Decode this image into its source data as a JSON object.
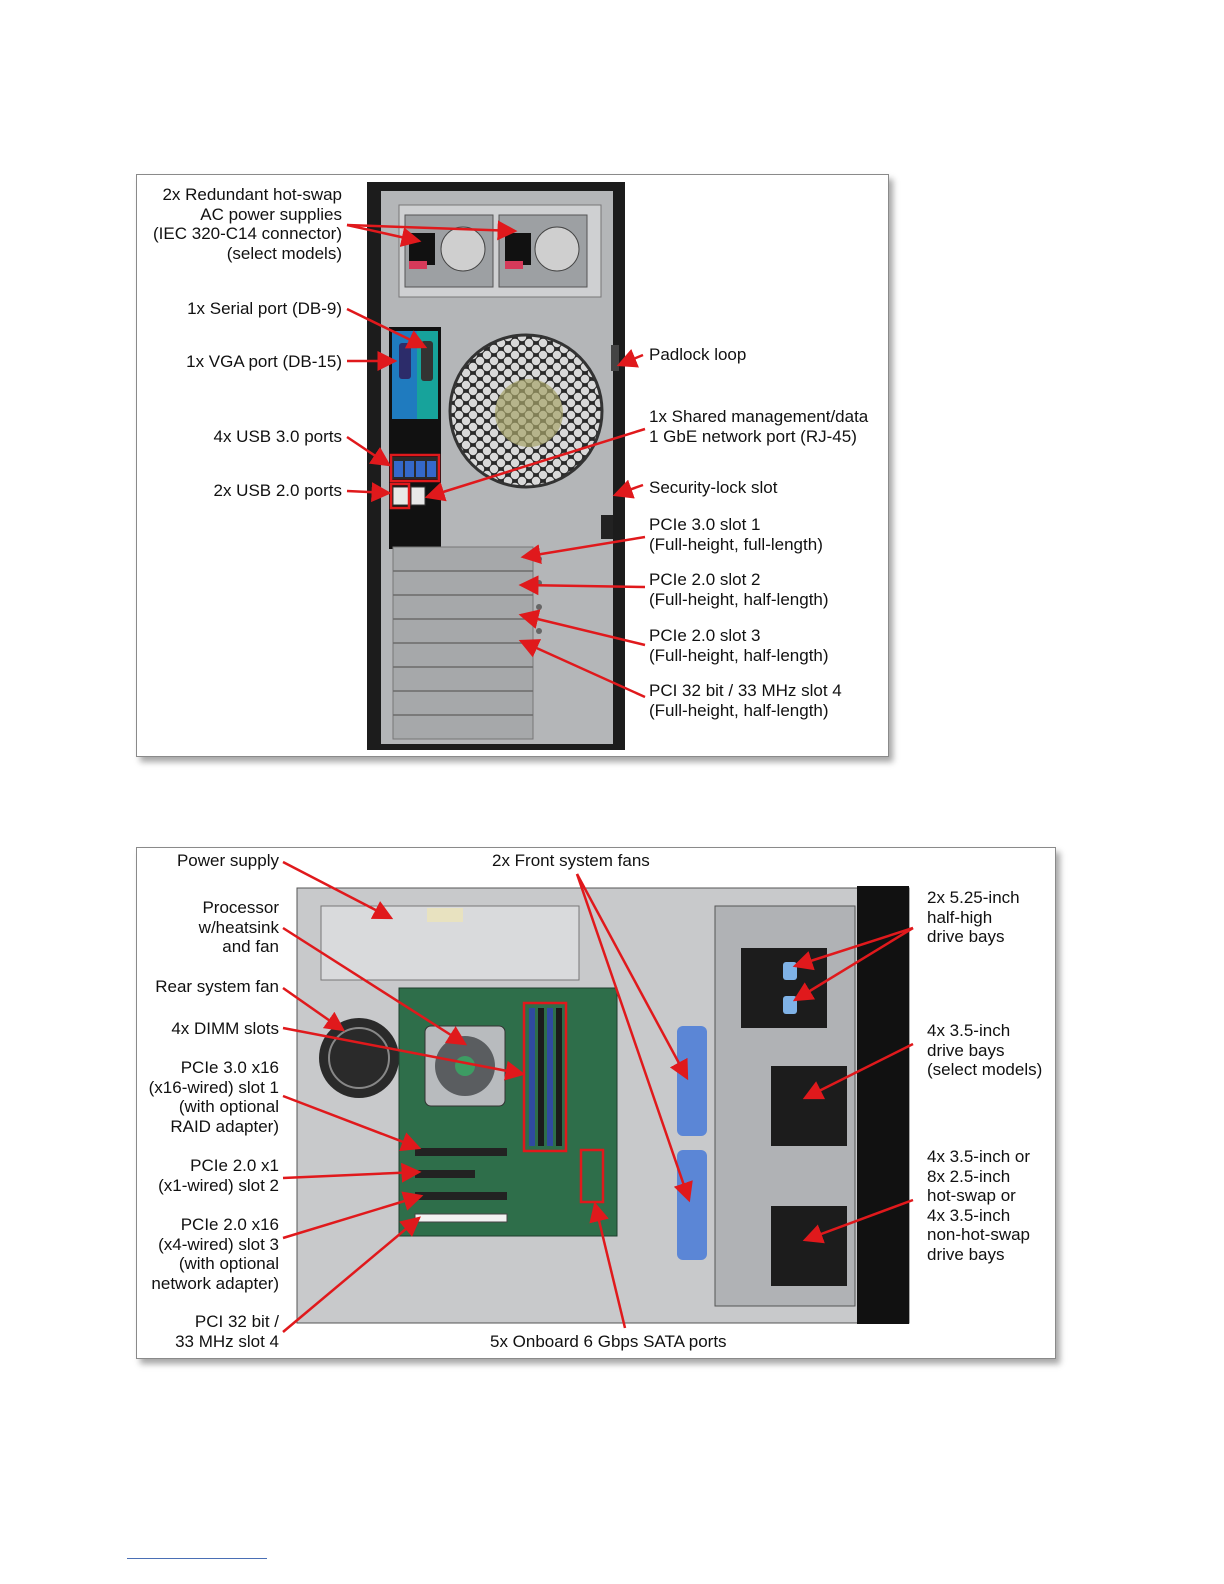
{
  "rear_view": {
    "callouts": {
      "power_supplies": "2x Redundant hot-swap\nAC power supplies\n(IEC 320-C14 connector)\n(select models)",
      "serial_port": "1x Serial port (DB-9)",
      "vga_port": "1x VGA port (DB-15)",
      "usb3_ports": "4x USB 3.0 ports",
      "usb2_ports": "2x USB 2.0 ports",
      "padlock_loop": "Padlock loop",
      "network_port": "1x Shared management/data\n1 GbE network port (RJ-45)",
      "security_lock": "Security-lock slot",
      "pcie_slot1": "PCIe 3.0 slot 1\n(Full-height, full-length)",
      "pcie_slot2": "PCIe 2.0 slot 2\n(Full-height, half-length)",
      "pcie_slot3": "PCIe 2.0 slot 3\n(Full-height, half-length)",
      "pci_slot4": "PCI 32 bit / 33 MHz slot 4\n(Full-height, half-length)"
    }
  },
  "interior_view": {
    "callouts": {
      "power_supply": "Power supply",
      "processor": "Processor\nw/heatsink\nand fan",
      "rear_fan": "Rear system fan",
      "dimm_slots": "4x DIMM slots",
      "pcie_x16_slot1": "PCIe 3.0 x16\n(x16-wired) slot 1\n(with optional\nRAID adapter)",
      "pcie_x1_slot2": "PCIe 2.0 x1\n(x1-wired) slot 2",
      "pcie_x16_slot3": "PCIe 2.0 x16\n(x4-wired) slot 3\n(with optional\nnetwork adapter)",
      "pci_slot4": "PCI 32 bit /\n33 MHz slot 4",
      "front_fans": "2x Front system fans",
      "sata_ports": "5x Onboard 6 Gbps SATA ports",
      "bays_525": "2x 5.25-inch\nhalf-high\ndrive bays",
      "bays_35": "4x 3.5-inch\ndrive bays\n(select models)",
      "bays_hotswap": "4x 3.5-inch or\n8x 2.5-inch\nhot-swap or\n4x 3.5-inch\nnon-hot-swap\ndrive bays"
    }
  },
  "colors": {
    "callout_arrow": "#e0191c",
    "chassis_dark": "#1c1c1c",
    "panel_silver": "#b4b6b8",
    "dimm_blue": "#2f4aa0",
    "fan_blue": "#5b86d6"
  }
}
